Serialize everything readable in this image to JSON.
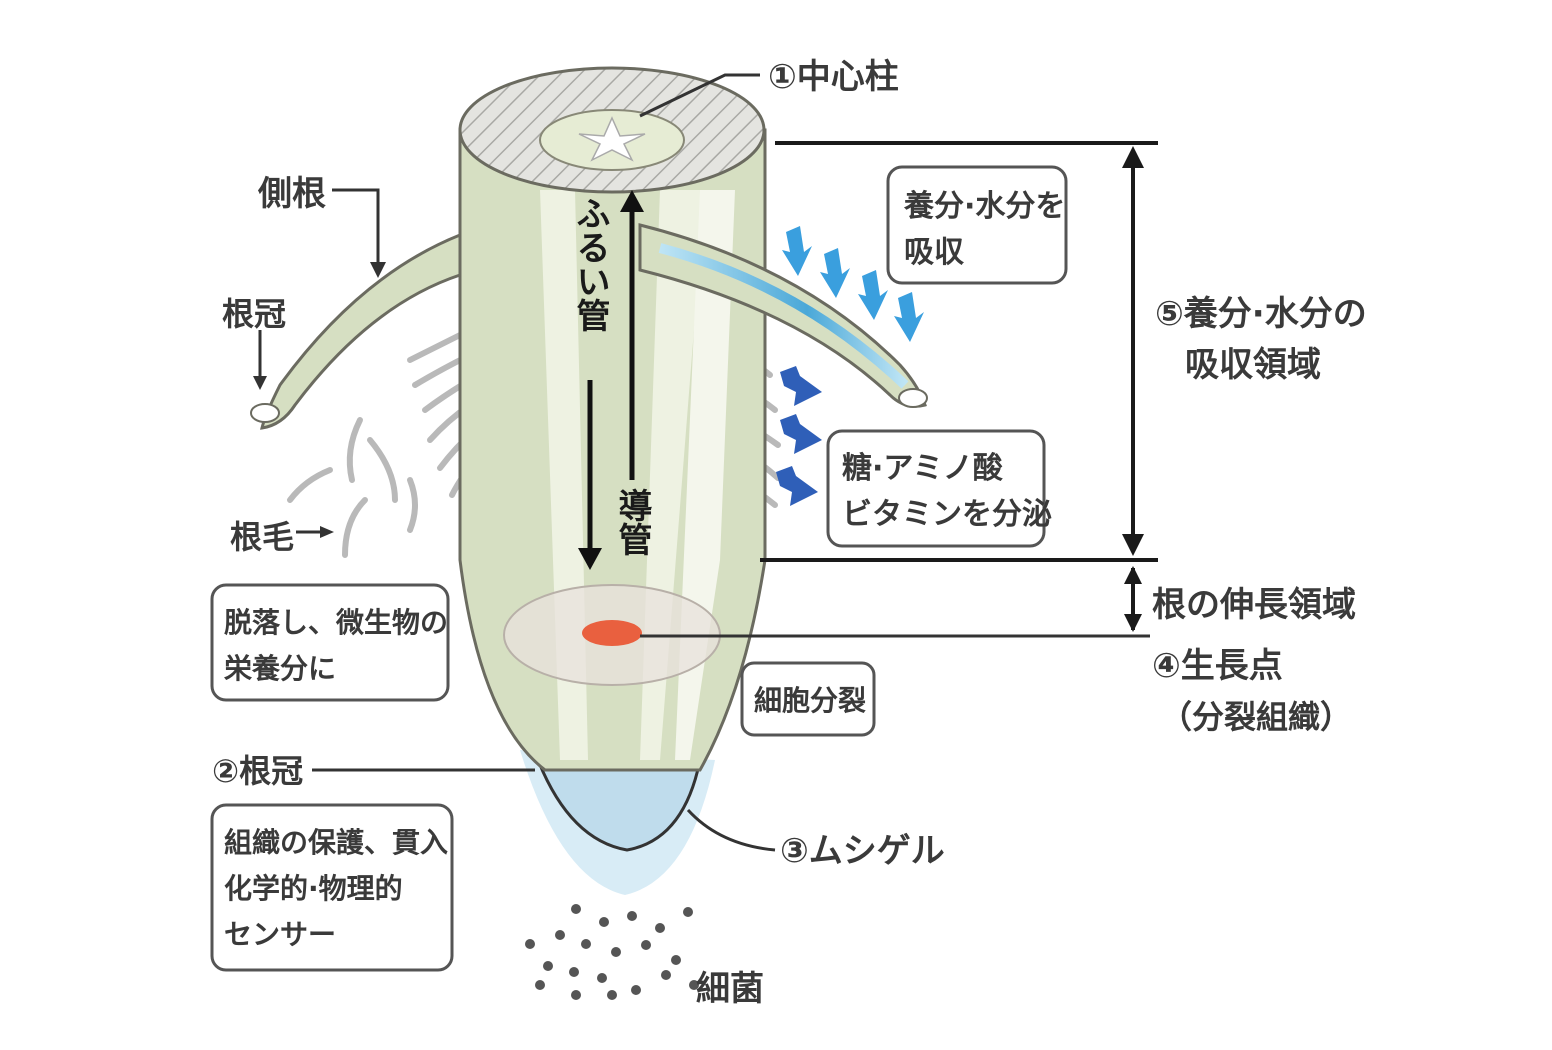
{
  "diagram": {
    "labels": {
      "stele": "①中心柱",
      "lateral_root": "側根",
      "lateral_root_cap": "根冠",
      "root_hair": "根毛",
      "sieve_tube": "ふるい管",
      "vessel": "導管",
      "root_cap": "②根冠",
      "mucigel": "③ムシゲル",
      "bacteria": "細菌",
      "growing_point": "④生長点",
      "growing_point_sub": "（分裂組織）",
      "absorption_zone_line1": "⑤養分·水分の",
      "absorption_zone_line2": "吸収領域",
      "elongation_zone": "根の伸長領域"
    },
    "boxes": {
      "absorb_line1": "養分·水分を",
      "absorb_line2": "吸収",
      "secrete_line1": "糖·アミノ酸",
      "secrete_line2": "ビタミンを分泌",
      "slough_line1": "脱落し、微生物の",
      "slough_line2": "栄養分に",
      "cell_division": "細胞分裂",
      "protect_line1": "組織の保護、貫入",
      "protect_line2": "化学的·物理的",
      "protect_line3": "センサー"
    },
    "colors": {
      "root_body": "#d6dfc2",
      "stele": "#e6ecd4",
      "root_cap": "#bfdcec",
      "mucigel": "#d8ecf6",
      "growing_point": "#e9603f",
      "absorb_arrow": "#3a9fde",
      "secrete_arrow": "#2f5fb8"
    }
  }
}
